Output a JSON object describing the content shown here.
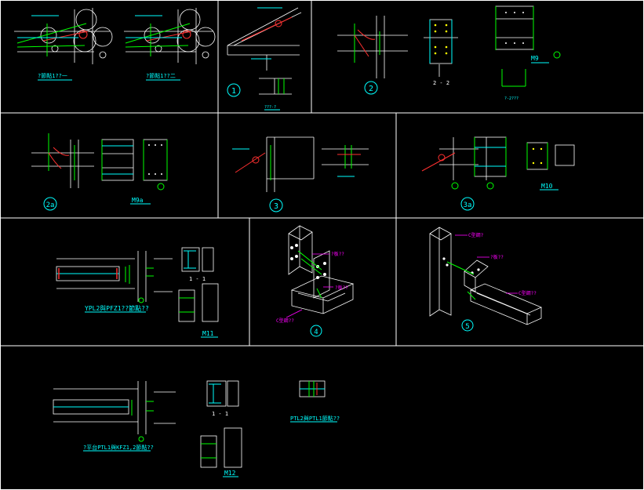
{
  "drawing": {
    "background": "#000000",
    "frame_color": "#ffffff",
    "label_color": "#00ffff",
    "accent_colors": {
      "red": "#ff3030",
      "green": "#00ff00",
      "yellow": "#ffff00",
      "magenta": "#ff00ff",
      "cyan": "#00ffff",
      "white": "#ffffff"
    }
  },
  "panels": {
    "p1": {
      "title_a": "?節點1??一",
      "title_b": "?節點1??二"
    },
    "p2": {
      "number": "1",
      "caption": "???-?"
    },
    "p3": {
      "number": "2",
      "section": "2 - 2",
      "sub_label": "?-2???",
      "m_label": "M9"
    },
    "p4": {
      "number": "2a",
      "m_label": "M9a"
    },
    "p5": {
      "number": "3"
    },
    "p6": {
      "number": "3a",
      "m_label": "M10"
    },
    "p7": {
      "title": "YPL2與PFZ1??節點??",
      "section": "1 - 1",
      "m_label": "M11"
    },
    "p8": {
      "number": "4",
      "label_1": "?板??",
      "label_2": "?板??",
      "label_3": "C型鋼??"
    },
    "p9": {
      "number": "5",
      "label_1": "C型鋼?",
      "label_2": "?板??",
      "label_3": "C型鋼??"
    },
    "p10": {
      "title": "?平台PTL1與KFZ1,2節點??",
      "section": "1 - 1",
      "m_label": "M12",
      "title_b": "PTL2與PTL1節點??"
    }
  }
}
